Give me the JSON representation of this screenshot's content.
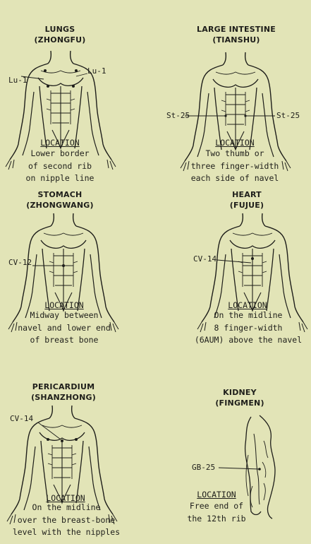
{
  "panels": {
    "lungs": {
      "title": "LUNGS",
      "subtitle": "(ZHONGFU)",
      "labels": [
        "Lu-1",
        "Lu-1"
      ],
      "location_heading": "LOCATION",
      "lines": [
        "Lower border",
        "of second rib",
        "on nipple line"
      ]
    },
    "large_intestine": {
      "title": "LARGE INTESTINE",
      "subtitle": "(TIANSHU)",
      "labels": [
        "St-25",
        "St-25"
      ],
      "location_heading": "LOCATION",
      "lines": [
        "Two thumb or",
        "three finger-width",
        "each side of navel"
      ]
    },
    "stomach": {
      "title": "STOMACH",
      "subtitle": "(ZHONGWANG)",
      "labels": [
        "CV-12"
      ],
      "location_heading": "LOCATION",
      "lines": [
        "Midway between",
        "navel and lower end",
        "of breast bone"
      ]
    },
    "heart": {
      "title": "HEART",
      "subtitle": "(FUJUE)",
      "labels": [
        "CV-14"
      ],
      "location_heading": "LOCATION",
      "lines": [
        "On the midline",
        "8 finger-width",
        "(6AUM) above the navel"
      ]
    },
    "pericardium": {
      "title": "PERICARDIUM",
      "subtitle": "(SHANZHONG)",
      "labels": [
        "CV-14"
      ],
      "location_heading": "LOCATION",
      "lines": [
        "On the midline",
        "over the breast-bone",
        "level with the nipples"
      ]
    },
    "kidney": {
      "title": "KIDNEY",
      "subtitle": "(FINGMEN)",
      "labels": [
        "GB-25"
      ],
      "location_heading": "LOCATION",
      "lines": [
        "Free end of",
        "the 12th rib"
      ]
    }
  }
}
